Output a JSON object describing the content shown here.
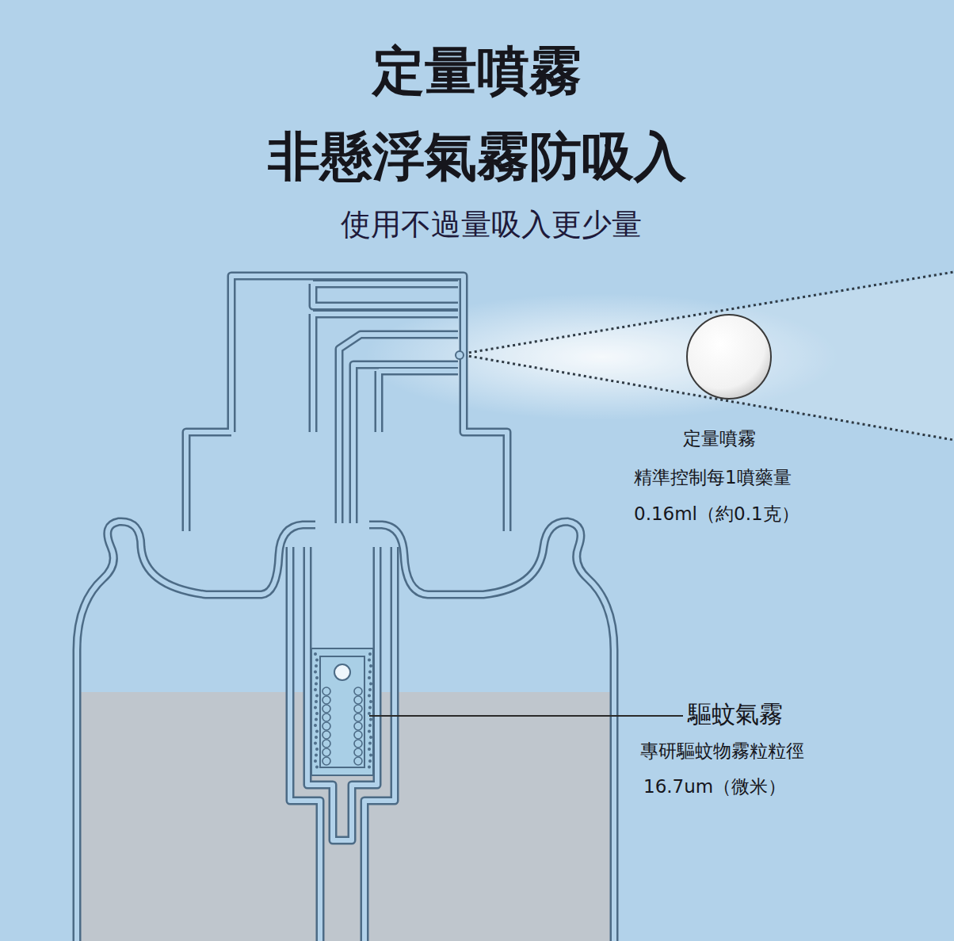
{
  "diagram": {
    "title": "定量噴霧 非懸浮氣霧防吸入",
    "labels": [
      "使用不過量吸入更少量",
      "定量噴霧",
      "精準控制每1噴藥量",
      "0.16ml（約0.1克）",
      "驅蚊氣霧",
      "專研驅蚊物霧粒粒徑",
      "16.7um（微米）"
    ]
  }
}
